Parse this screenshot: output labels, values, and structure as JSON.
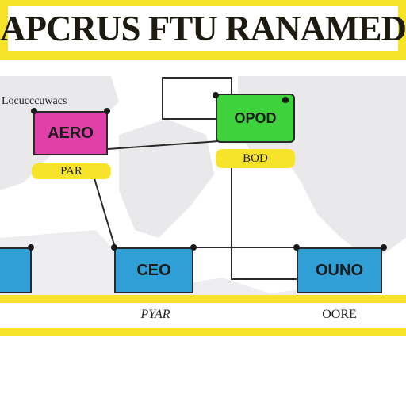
{
  "banner": {
    "title": "APCRUS FTU RANAMED"
  },
  "legend": {
    "label": "Locucccuwacs"
  },
  "nodes": {
    "top_left": {
      "label": "AERO",
      "fill": "#e13fa8"
    },
    "top_right": {
      "label": "OPOD",
      "fill": "#3ed23c"
    },
    "bottom_left": {
      "label": "",
      "fill": "#2f9fd6"
    },
    "bottom_middle": {
      "label": "CEO",
      "fill": "#2f9fd6"
    },
    "bottom_right": {
      "label": "OUNO",
      "fill": "#2f9fd6"
    }
  },
  "tags": {
    "top_left": "PAR",
    "top_right": "BOD"
  },
  "captions": {
    "bottom_left": "",
    "bottom_middle": "PYAR",
    "bottom_right": "OORE"
  },
  "colors": {
    "accent": "#f7e42a",
    "line": "#2a2a2a",
    "map": "#e9e9ec"
  }
}
